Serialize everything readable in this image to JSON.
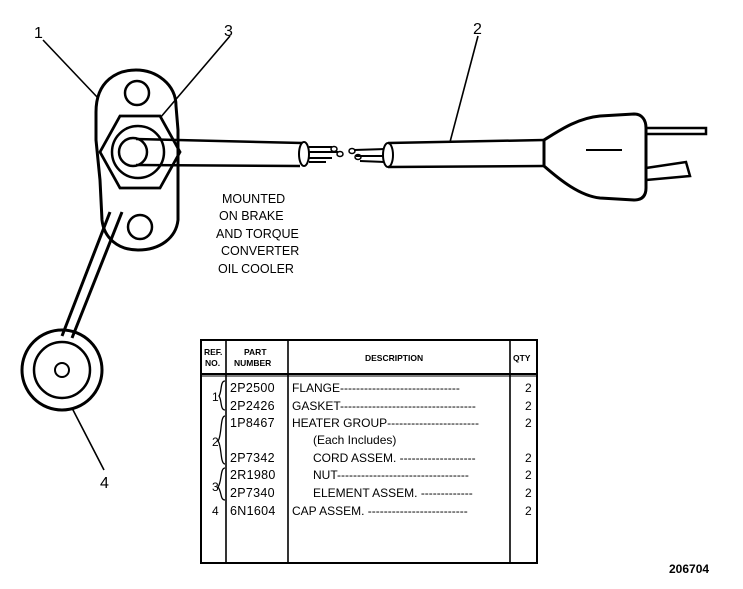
{
  "callouts": {
    "c1": "1",
    "c2": "2",
    "c3": "3",
    "c4": "4"
  },
  "mounted_note": [
    "MOUNTED",
    "ON BRAKE",
    "AND TORQUE",
    "CONVERTER",
    "OIL COOLER"
  ],
  "table": {
    "headers": {
      "ref_line1": "REF.",
      "ref_line2": "NO.",
      "part_line1": "PART",
      "part_line2": "NUMBER",
      "description": "DESCRIPTION",
      "qty": "QTY"
    },
    "rows": [
      {
        "part": "2P2500",
        "desc": "FLANGE------------------------------",
        "qty": "2"
      },
      {
        "part": "2P2426",
        "desc": "GASKET----------------------------------",
        "qty": "2"
      },
      {
        "part": "1P8467",
        "desc": "HEATER GROUP-----------------------",
        "qty": "2"
      },
      {
        "part": "",
        "desc": "(Each Includes)",
        "qty": ""
      },
      {
        "part": "2P7342",
        "desc": "CORD ASSEM. -------------------",
        "qty": "2"
      },
      {
        "part": "2R1980",
        "desc": "NUT---------------------------------",
        "qty": "2"
      },
      {
        "part": "2P7340",
        "desc": "ELEMENT ASSEM. -------------",
        "qty": "2"
      },
      {
        "part": "6N1604",
        "desc": "CAP ASSEM. -------------------------",
        "qty": "2"
      }
    ],
    "ref_marks": [
      "1",
      "2",
      "3",
      "4"
    ]
  },
  "figure_number": "206704"
}
